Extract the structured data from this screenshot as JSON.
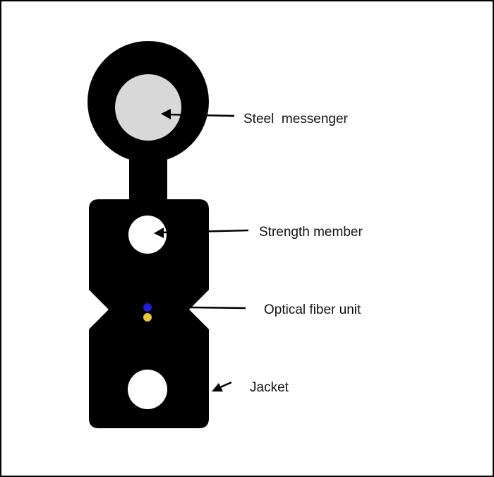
{
  "colors": {
    "background": "#ffffff",
    "cable": "#000000",
    "messenger": "#d8d8d8",
    "strength_member": "#ffffff",
    "fiber_blue": "#1f1fd6",
    "fiber_yellow": "#e8c93a"
  },
  "labels": {
    "steel_messenger": "Steel  messenger",
    "strength_member": "Strength member",
    "optical_fiber_unit": "Optical fiber unit",
    "jacket": "Jacket"
  }
}
